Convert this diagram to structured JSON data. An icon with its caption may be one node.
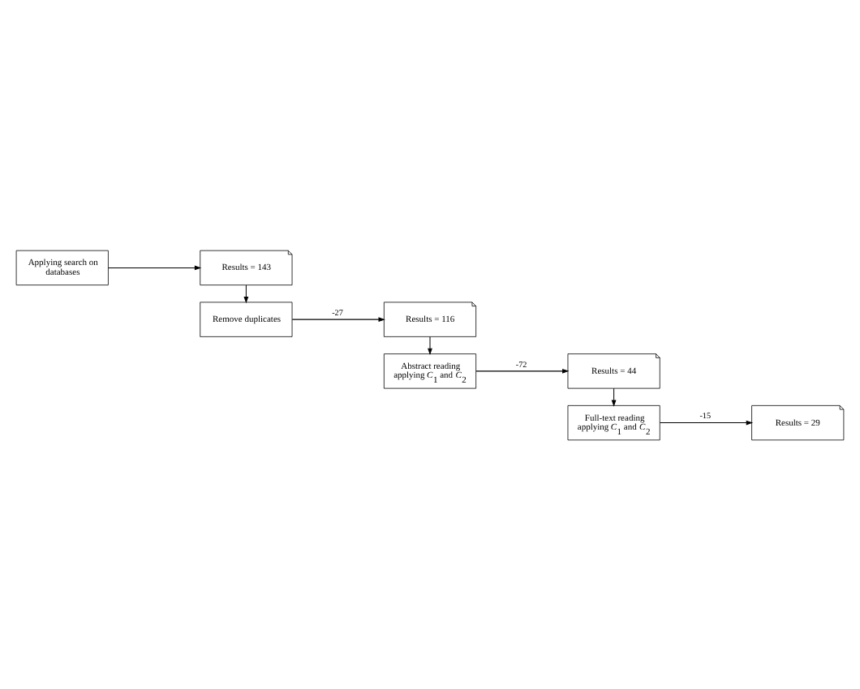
{
  "diagram": {
    "nodes": [
      {
        "text": [
          "Applying search on databases"
        ]
      },
      {
        "text": [
          "Results = 143"
        ]
      },
      {
        "text": [
          "Remove duplicates"
        ]
      },
      {
        "text": [
          "Results = 116"
        ]
      },
      {
        "text": [
          "Abstract reading applying *C*$_{1}$ and *C*$_{2}$"
        ]
      },
      {
        "text": [
          "Results = 44"
        ]
      },
      {
        "text": [
          "Full-text reading applying *C*$_{1}$ and *C*$_{2}$"
        ]
      },
      {
        "text": [
          "Results = 29"
        ]
      }
    ],
    "edges": [
      {
        "from": 0,
        "to": 1,
        "arrow": "to"
      },
      {
        "from": 1,
        "to": 2,
        "arrow": "to"
      },
      {
        "from": 2,
        "to": 3,
        "arrow": "to",
        "label": "-27"
      },
      {
        "from": 3,
        "to": 4,
        "arrow": "to"
      },
      {
        "from": 4,
        "to": 5,
        "arrow": "to",
        "label": "-72"
      },
      {
        "from": 5,
        "to": 6,
        "arrow": "to"
      },
      {
        "from": 6,
        "to": 7,
        "arrow": "to",
        "label": "-15"
      }
    ]
  }
}
